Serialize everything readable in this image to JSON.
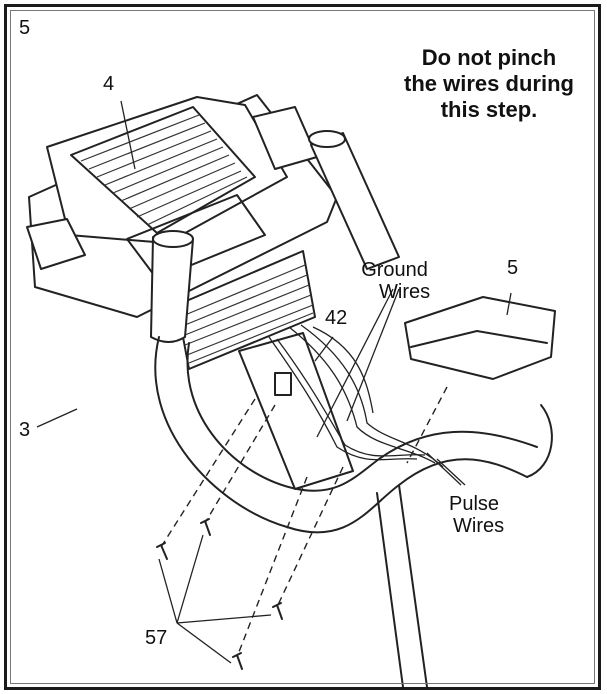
{
  "step_number": "5",
  "warning": [
    "Do not pinch",
    "the wires during",
    "this step."
  ],
  "labels": {
    "part_4": "4",
    "part_5": "5",
    "part_3": "3",
    "part_42": "42",
    "part_57": "57",
    "ground_wires": [
      "Ground",
      "Wires"
    ],
    "pulse_wires": [
      "Pulse",
      "Wires"
    ]
  }
}
